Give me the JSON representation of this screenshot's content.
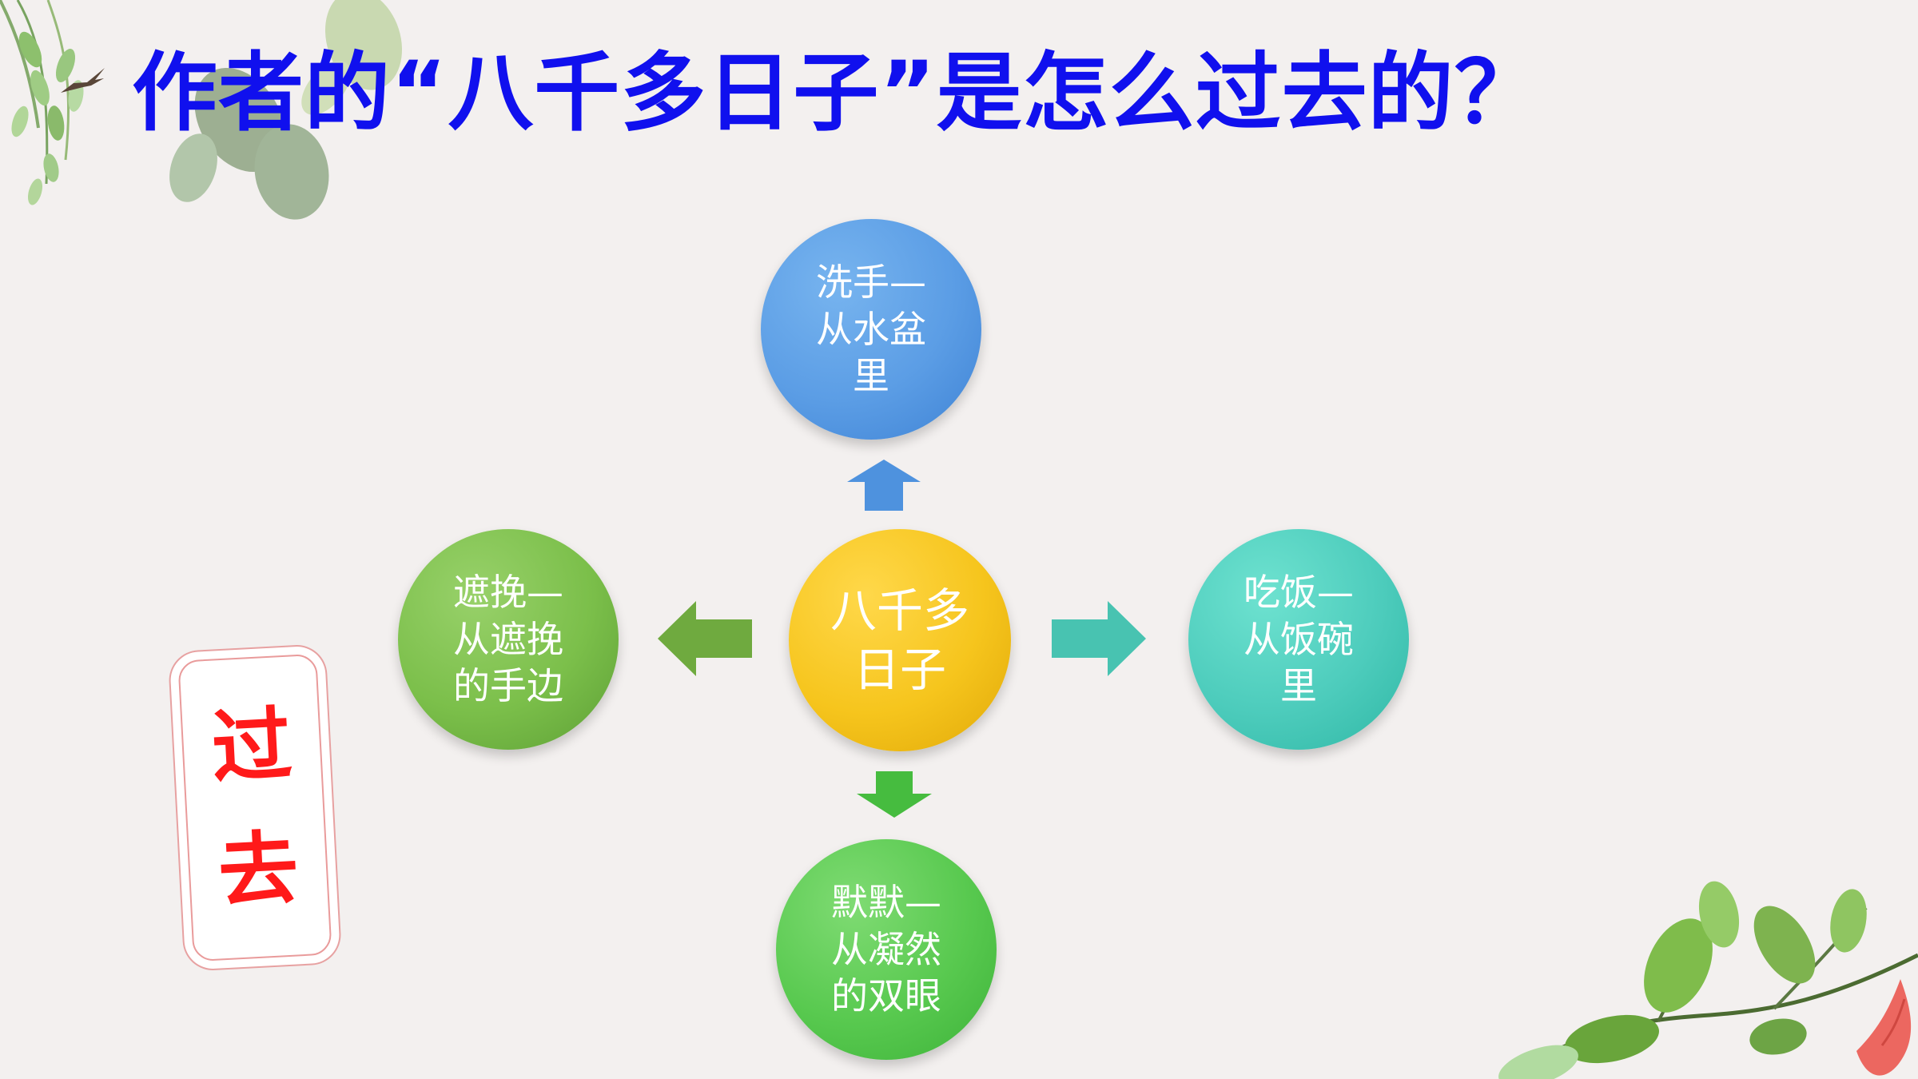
{
  "title": "作者的“八千多日子”是怎么过去的？",
  "diagram": {
    "center": "八千多\n日子",
    "top": "洗手—\n从水盆\n里",
    "left": "遮挽—\n从遮挽\n的手边",
    "right": "吃饭—\n从饭碗\n里",
    "bottom": "默默—\n从凝然\n的双眼"
  },
  "side_label": {
    "line1": "过",
    "line2": "去"
  },
  "colors": {
    "title": "#1010ee",
    "center_node": "#f6c51d",
    "top_node": "#5b9de5",
    "left_node": "#7bbf4a",
    "right_node": "#4dccbc",
    "bottom_node": "#58c94f",
    "side_text": "#ff1a1a",
    "background": "#f3f0ef"
  },
  "icons": {
    "top_left": "willow-leaves-icon",
    "bird": "swallow-icon",
    "bottom_right": "leaf-branch-icon",
    "arrows": [
      "arrow-up-icon",
      "arrow-left-icon",
      "arrow-right-icon",
      "arrow-down-icon"
    ]
  }
}
